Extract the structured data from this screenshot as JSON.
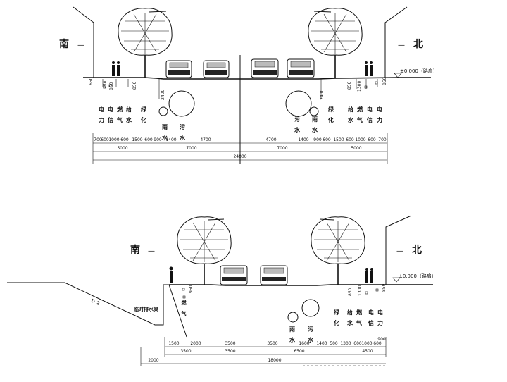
{
  "labels": {
    "south": "南",
    "north": "北",
    "dash": "—",
    "elevation": "±0.000（路肩）",
    "slope": "1: 2",
    "drain": "临时排水渠"
  },
  "top": {
    "pipes_left": [
      "电力",
      "电信",
      "燃气",
      "给水",
      "绿化"
    ],
    "pipes_left_sub": [
      "雨水",
      "污水"
    ],
    "pipes_right": [
      "给水",
      "燃气",
      "电信",
      "电力"
    ],
    "pipes_right_sub": [
      "污水",
      "雨水"
    ],
    "marks": {
      "a": "2400",
      "b": "850",
      "c": "1300",
      "d": "850",
      "e": "250",
      "f": "650"
    },
    "dims_row1": [
      "700",
      "600",
      "1000",
      "600",
      "1500",
      "600",
      "900",
      "1400",
      "4700",
      "4700",
      "1400",
      "900",
      "600",
      "1500",
      "600",
      "1000",
      "600",
      "700"
    ],
    "dims_row2": [
      "5000",
      "7000",
      "7000",
      "5000"
    ],
    "dims_total": "24000"
  },
  "bottom": {
    "pipes_right": [
      "绿化",
      "给水",
      "燃气",
      "电信",
      "电力"
    ],
    "pipes_sub": [
      "雨水",
      "污水"
    ],
    "left_vert": "燃气",
    "marks": {
      "a": "950",
      "b": "850",
      "c": "1300",
      "d": "850",
      "e": "900"
    },
    "dims_row1": [
      "1500",
      "2000",
      "3500",
      "3500",
      "1600",
      "1400",
      "500",
      "1300",
      "600",
      "1000",
      "600"
    ],
    "dims_row2": [
      "3500",
      "3500",
      "6500",
      "4500"
    ],
    "dims_row3": [
      "2000",
      "18000"
    ]
  }
}
